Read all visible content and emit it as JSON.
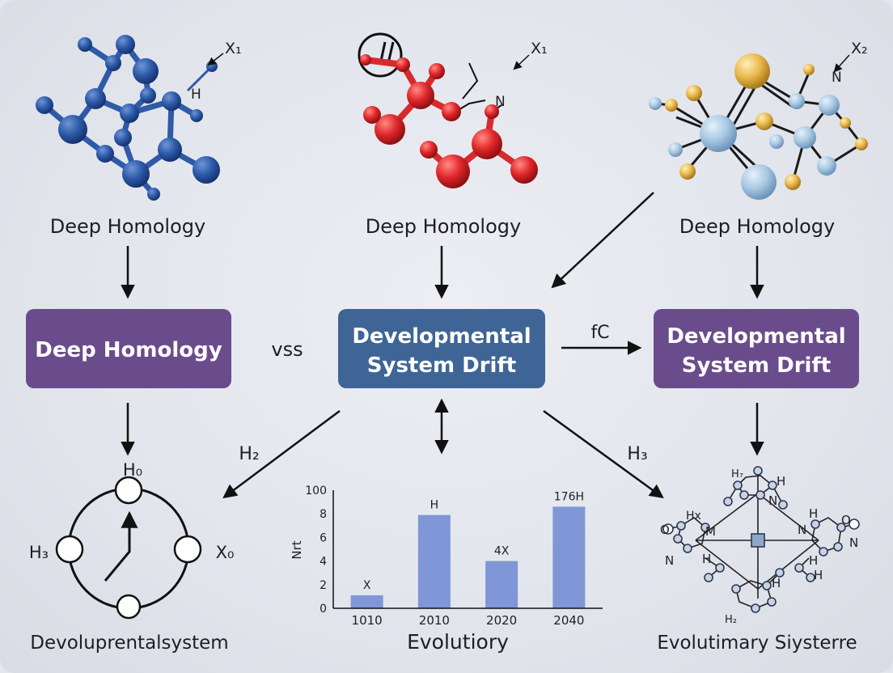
{
  "top_labels": [
    "Deep Homology",
    "Deep Homology",
    "Deep Homology"
  ],
  "molecule_marks": {
    "left": {
      "sub": "X₁",
      "atom": "H"
    },
    "center": {
      "sub": "X₁",
      "atom": "N"
    },
    "right": {
      "sub": "X₂",
      "atom": "N"
    }
  },
  "boxes": {
    "left": {
      "text": "Deep Homology",
      "color": "#6a4c8c"
    },
    "center": {
      "line1": "Developmental",
      "line2": "System Drift",
      "color": "#3e6596"
    },
    "right": {
      "line1": "Developmental",
      "line2": "System Drift",
      "color": "#6a4c8c"
    }
  },
  "connector_labels": {
    "vs": "vss",
    "fc": "fC",
    "h2": "H₂",
    "h3": "H₃"
  },
  "cycle": {
    "top": "H₀",
    "left": "H₃",
    "right": "X₀",
    "caption": "Devoluprentalsystem"
  },
  "chart_data": {
    "type": "bar",
    "categories": [
      "1010",
      "2010",
      "2020",
      "2040"
    ],
    "values": [
      1.1,
      7.9,
      4.0,
      8.6
    ],
    "bar_labels": [
      "X",
      "H",
      "4X",
      "176H"
    ],
    "ylabel": "Nrt",
    "xlabel": "Evolutiory",
    "yticks": [
      "0",
      "2",
      "4",
      "6",
      "8",
      "100"
    ],
    "ylim": [
      0,
      10
    ],
    "bar_color": "#7f97d6"
  },
  "network": {
    "labels": [
      "H₇",
      "N",
      "H",
      "H",
      "Hx",
      "M",
      "H",
      "N",
      "N",
      "H",
      "H",
      "O",
      "O",
      "N",
      "H",
      "H₂"
    ],
    "caption": "Evolutimary Siysterre"
  }
}
